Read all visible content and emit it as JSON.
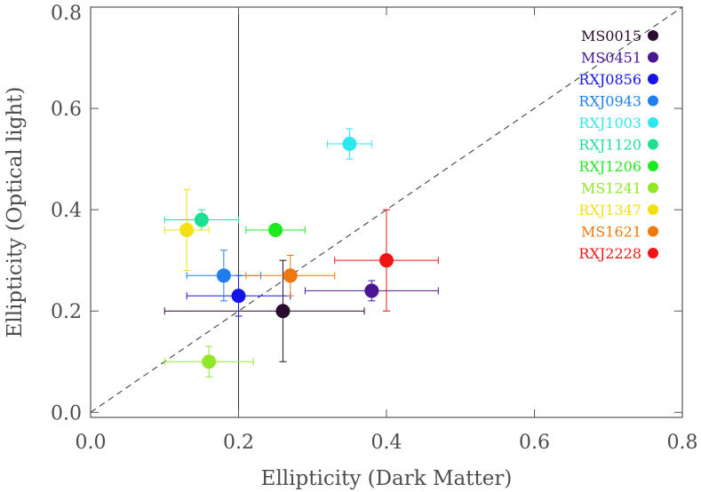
{
  "chart_data": {
    "type": "scatter",
    "xlabel": "Ellipticity (Dark Matter)",
    "ylabel": "Ellipticity (Optical light)",
    "xlim": [
      0.0,
      0.8
    ],
    "ylim": [
      -0.01,
      0.8
    ],
    "xticks": [
      0.0,
      0.2,
      0.4,
      0.6,
      0.8
    ],
    "xtick_labels": [
      "0.0",
      "0.2",
      "0.4",
      "0.6",
      "0.8"
    ],
    "yticks": [
      0.0,
      0.2,
      0.4,
      0.6,
      0.8
    ],
    "ytick_labels": [
      "0.0",
      "0.2",
      "0.4",
      "0.6",
      "0.8"
    ],
    "grid": false,
    "legend_position": "top-right",
    "reference_lines": [
      {
        "kind": "diagonal",
        "style": "dashed",
        "from": [
          0.0,
          0.0
        ],
        "to": [
          0.8,
          0.8
        ]
      },
      {
        "kind": "vertical",
        "style": "solid",
        "x": 0.2
      }
    ],
    "series": [
      {
        "name": "MS0015",
        "color": "#2a0a2e",
        "x": 0.26,
        "y": 0.2,
        "xerr": [
          0.16,
          0.11
        ],
        "yerr": [
          0.1,
          0.1
        ]
      },
      {
        "name": "MS0451",
        "color": "#4a1494",
        "x": 0.38,
        "y": 0.24,
        "xerr": [
          0.09,
          0.09
        ],
        "yerr": [
          0.02,
          0.02
        ]
      },
      {
        "name": "RXJ0856",
        "color": "#1414e6",
        "x": 0.2,
        "y": 0.23,
        "xerr": [
          0.07,
          0.07
        ],
        "yerr": [
          0.04,
          0.04
        ]
      },
      {
        "name": "RXJ0943",
        "color": "#1e7ef0",
        "x": 0.18,
        "y": 0.27,
        "xerr": [
          0.05,
          0.05
        ],
        "yerr": [
          0.05,
          0.05
        ]
      },
      {
        "name": "RXJ1003",
        "color": "#2ee8f0",
        "x": 0.35,
        "y": 0.53,
        "xerr": [
          0.03,
          0.03
        ],
        "yerr": [
          0.03,
          0.03
        ]
      },
      {
        "name": "RXJ1120",
        "color": "#1ee094",
        "x": 0.15,
        "y": 0.38,
        "xerr": [
          0.05,
          0.05
        ],
        "yerr": [
          0.02,
          0.02
        ]
      },
      {
        "name": "RXJ1206",
        "color": "#1ee81e",
        "x": 0.25,
        "y": 0.36,
        "xerr": [
          0.04,
          0.04
        ],
        "yerr": [
          0.0,
          0.0
        ]
      },
      {
        "name": "MS1241",
        "color": "#92e628",
        "x": 0.16,
        "y": 0.1,
        "xerr": [
          0.06,
          0.06
        ],
        "yerr": [
          0.03,
          0.03
        ]
      },
      {
        "name": "RXJ1347",
        "color": "#f2e010",
        "x": 0.13,
        "y": 0.36,
        "xerr": [
          0.03,
          0.03
        ],
        "yerr": [
          0.08,
          0.08
        ]
      },
      {
        "name": "MS1621",
        "color": "#f0780a",
        "x": 0.27,
        "y": 0.27,
        "xerr": [
          0.06,
          0.06
        ],
        "yerr": [
          0.04,
          0.04
        ]
      },
      {
        "name": "RXJ2228",
        "color": "#f01414",
        "x": 0.4,
        "y": 0.3,
        "xerr": [
          0.07,
          0.07
        ],
        "yerr": [
          0.1,
          0.1
        ]
      }
    ]
  }
}
